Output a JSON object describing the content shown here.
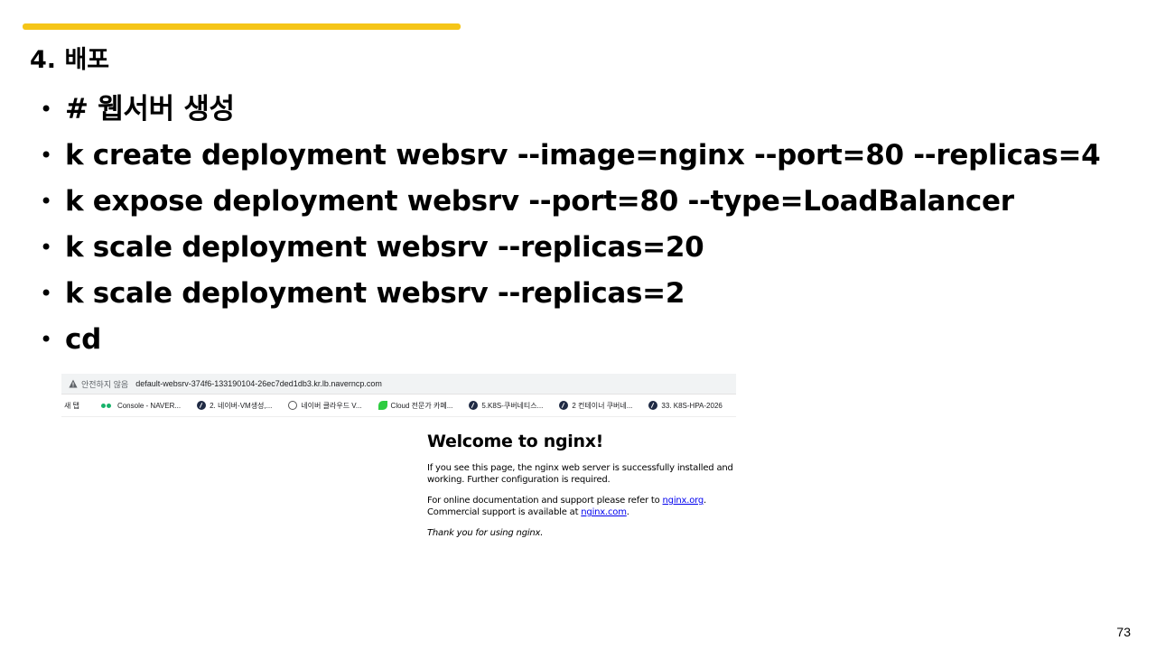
{
  "slide": {
    "title": "4. 배포",
    "accent_color": "#f5c518",
    "page_number": "73"
  },
  "bullets": [
    "# 웹서버 생성",
    "k create deployment websrv --image=nginx --port=80 --replicas=4",
    "k expose deployment websrv --port=80 --type=LoadBalancer",
    "k scale deployment websrv --replicas=20",
    "k scale deployment websrv --replicas=2",
    "cd"
  ],
  "browser": {
    "security_label": "안전하지 않음",
    "url": "default-websrv-374f6-133190104-26ec7ded1db3.kr.lb.naverncp.com",
    "bookmarks": [
      {
        "label": "새 탭",
        "icon": "none"
      },
      {
        "label": "Console - NAVER...",
        "icon": "naver-dots-icon"
      },
      {
        "label": "2. 네이버-VM생성,...",
        "icon": "notion-icon"
      },
      {
        "label": "네이버 클라우드 V...",
        "icon": "globe-icon"
      },
      {
        "label": "Cloud 전문가 카페...",
        "icon": "cafe-leaf-icon"
      },
      {
        "label": "5.K8S-쿠버네티스...",
        "icon": "notion-icon"
      },
      {
        "label": "2 컨테이너 쿠버네...",
        "icon": "notion-icon"
      },
      {
        "label": "33. K8S-HPA-2026",
        "icon": "notion-icon"
      }
    ],
    "page": {
      "heading": "Welcome to nginx!",
      "para1": "If you see this page, the nginx web server is successfully installed and working. Further configuration is required.",
      "para2_prefix": "For online documentation and support please refer to ",
      "para2_link": "nginx.org",
      "para2_suffix": ".",
      "para3_prefix": "Commercial support is available at ",
      "para3_link": "nginx.com",
      "para3_suffix": ".",
      "thanks": "Thank you for using nginx."
    }
  }
}
